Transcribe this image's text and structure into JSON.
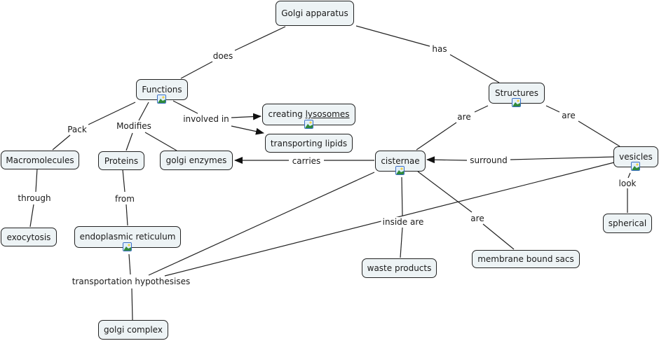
{
  "diagram": {
    "type": "concept-map",
    "nodes": [
      {
        "id": "golgi",
        "label": "Golgi apparatus"
      },
      {
        "id": "functions",
        "label": "Functions"
      },
      {
        "id": "structures",
        "label": "Structures"
      },
      {
        "id": "lysosomes",
        "label_prefix": "creating ",
        "label_link": "lysosomes"
      },
      {
        "id": "lipids",
        "label": "transporting lipids"
      },
      {
        "id": "macro",
        "label": "Macromolecules"
      },
      {
        "id": "proteins",
        "label": "Proteins"
      },
      {
        "id": "enzymes",
        "label": "golgi enzymes"
      },
      {
        "id": "cisternae",
        "label": "cisternae"
      },
      {
        "id": "vesicles",
        "label": "vesicles"
      },
      {
        "id": "exocytosis",
        "label": "exocytosis"
      },
      {
        "id": "er",
        "label": "endoplasmic reticulum"
      },
      {
        "id": "spherical",
        "label": "spherical"
      },
      {
        "id": "waste",
        "label": "waste products"
      },
      {
        "id": "sacs",
        "label": "membrane bound sacs"
      },
      {
        "id": "complex",
        "label": "golgi complex"
      }
    ],
    "link_labels": {
      "does": "does",
      "has": "has",
      "pack": "Pack",
      "modifies": "Modifies",
      "involved_in": "involved in",
      "are_left": "are",
      "are_right": "are",
      "through": "through",
      "from": "from",
      "carries": "carries",
      "surround": "surround",
      "look": "look",
      "inside_are": "inside are",
      "are_sacs": "are",
      "transport_hyp": "transportation hypothesises"
    },
    "icons": {
      "resource": "image-resource-icon",
      "arrow": "arrowhead-icon"
    }
  }
}
